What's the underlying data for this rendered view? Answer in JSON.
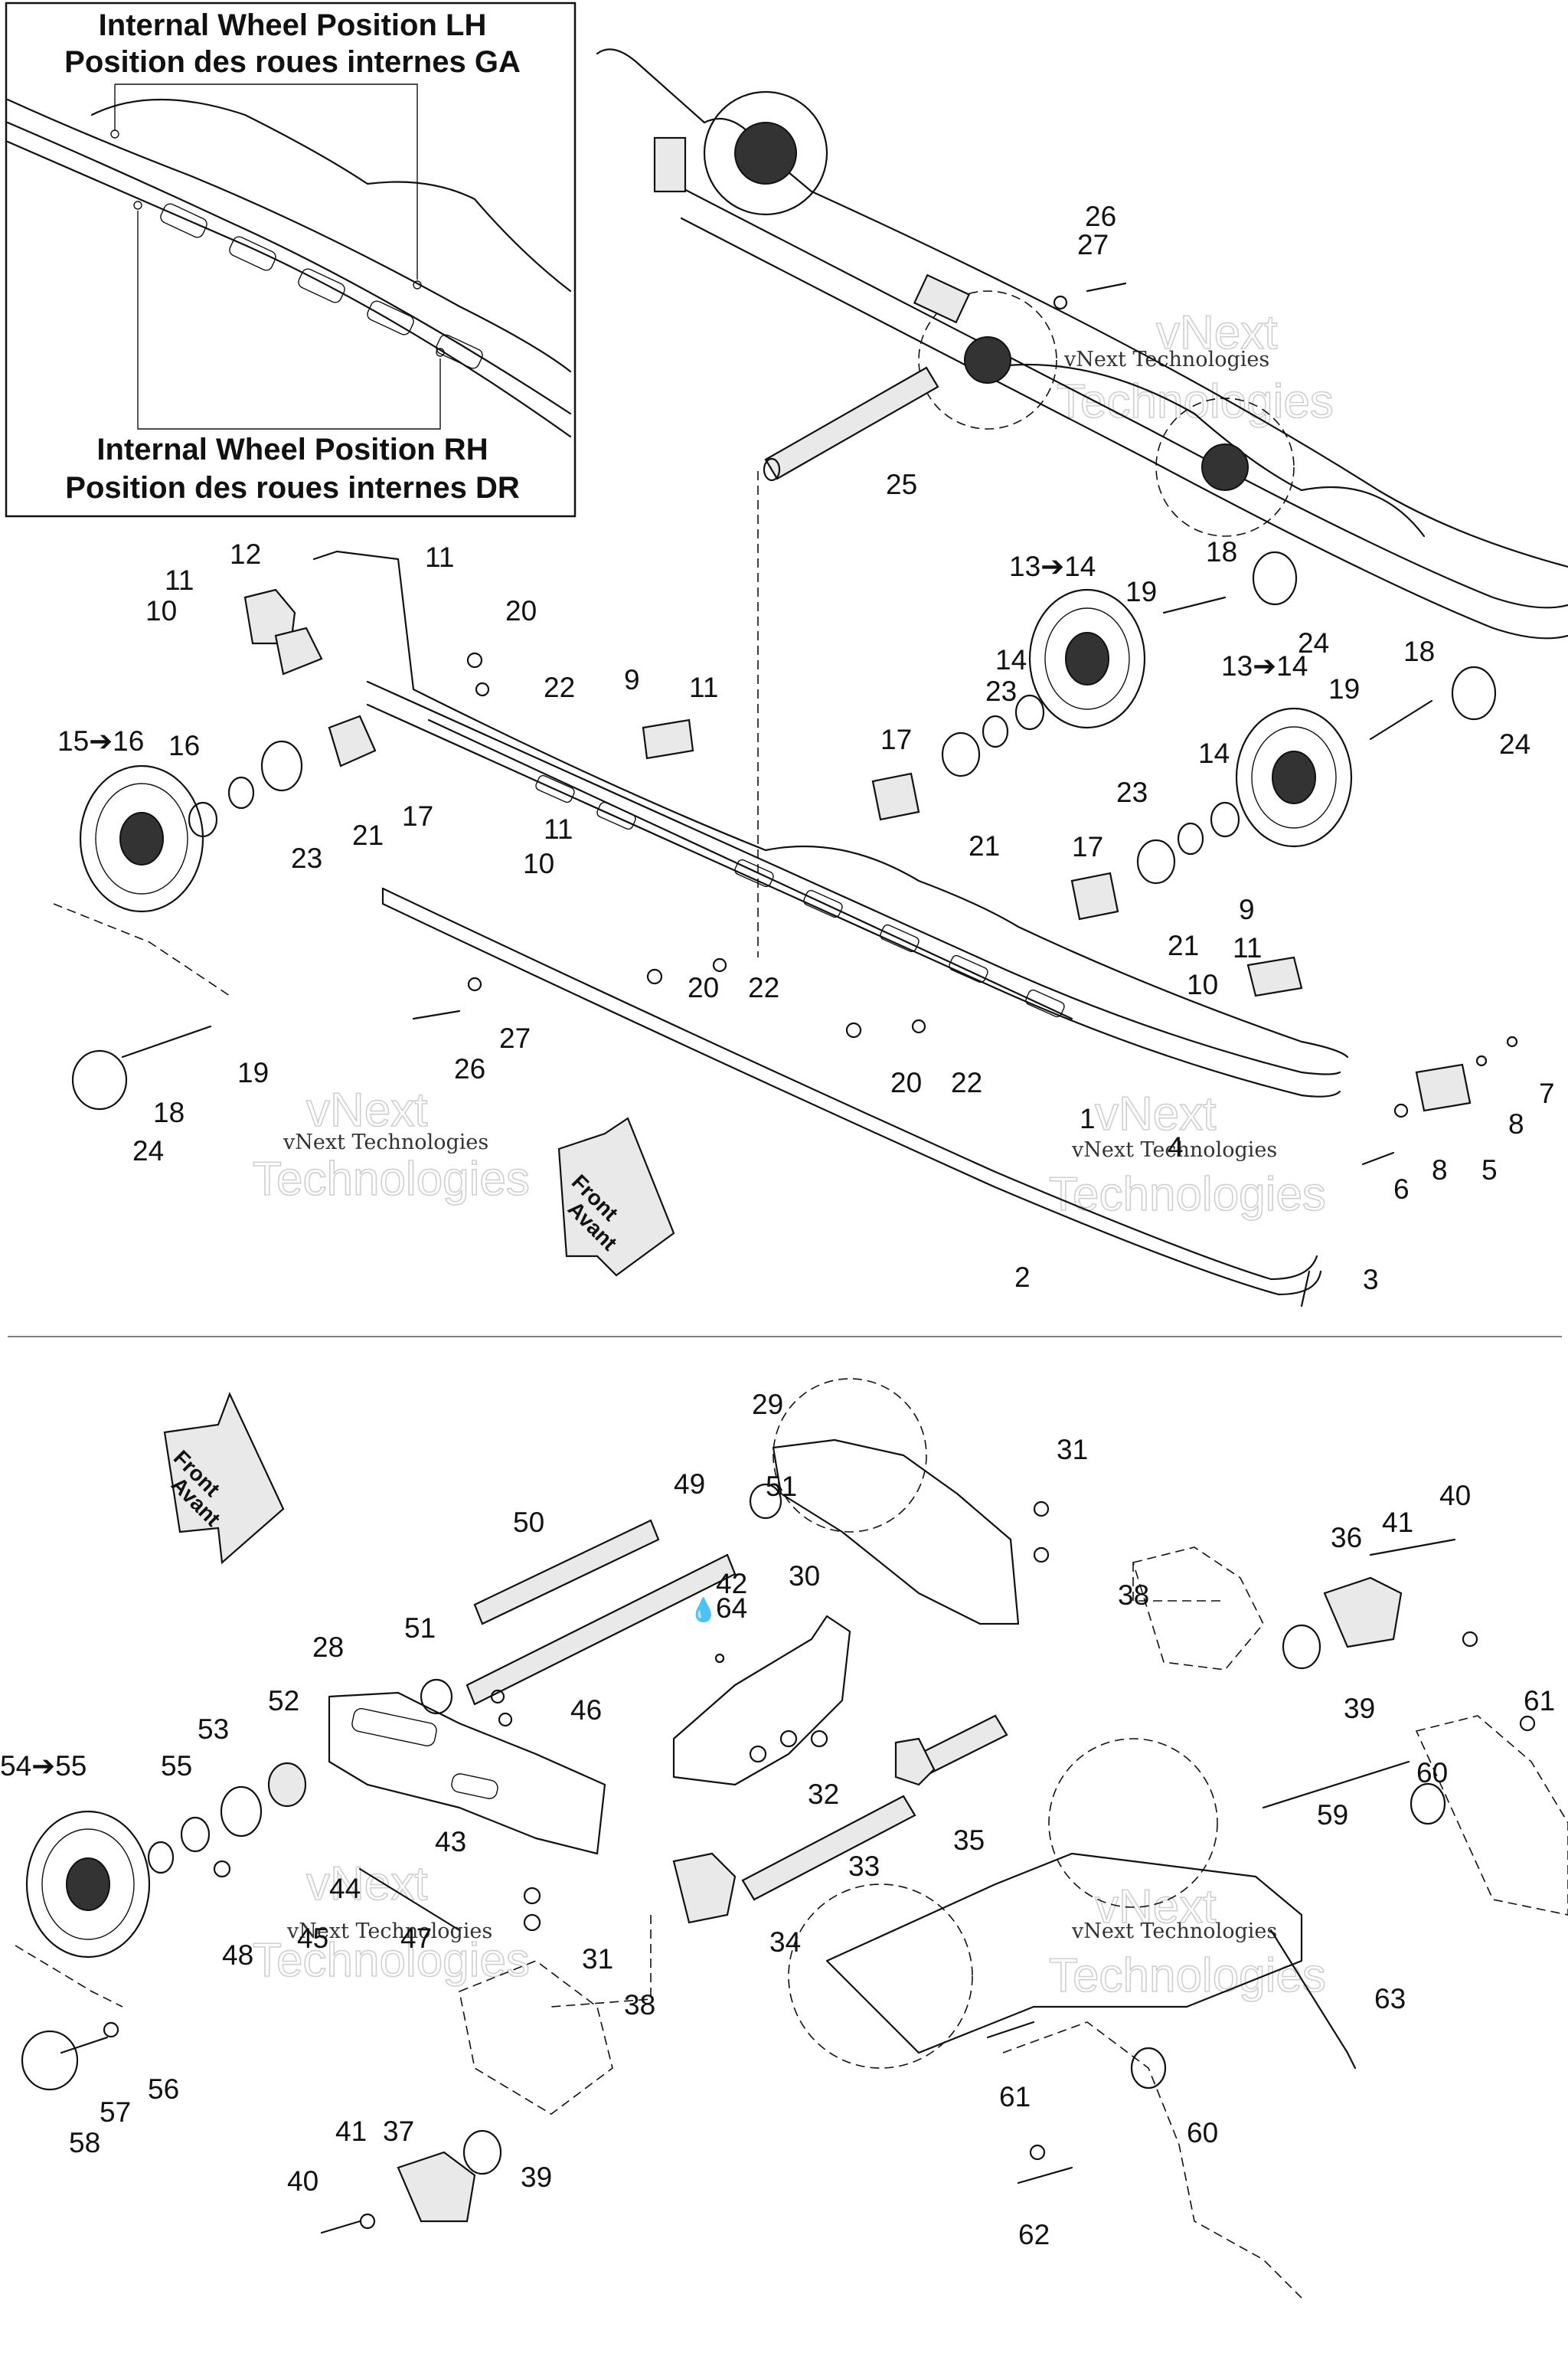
{
  "inset": {
    "title_lh_en": "Internal Wheel Position LH",
    "title_lh_fr": "Position des roues internes GA",
    "title_rh_en": "Internal Wheel Position RH",
    "title_rh_fr": "Position des roues internes DR"
  },
  "watermark": {
    "brand": "vNext",
    "line": "Technologies",
    "caption": "vNext Technologies"
  },
  "front_arrow": {
    "en": "Front",
    "fr": "Avant"
  },
  "glyphs": {
    "oil_drop": "💧"
  },
  "callouts_top": [
    "1",
    "2",
    "3",
    "4",
    "5",
    "6",
    "7",
    "8",
    "8",
    "9",
    "9",
    "10",
    "10",
    "10",
    "11",
    "11",
    "11",
    "11",
    "11",
    "12",
    "13➔14",
    "13➔14",
    "14",
    "14",
    "15➔16",
    "16",
    "17",
    "17",
    "17",
    "18",
    "18",
    "18",
    "19",
    "19",
    "19",
    "20",
    "20",
    "20",
    "21",
    "21",
    "21",
    "22",
    "22",
    "22",
    "23",
    "23",
    "23",
    "24",
    "24",
    "24",
    "25",
    "26",
    "26",
    "27",
    "27"
  ],
  "callouts_bottom": [
    "28",
    "29",
    "30",
    "31",
    "31",
    "32",
    "33",
    "34",
    "35",
    "36",
    "37",
    "38",
    "38",
    "39",
    "39",
    "40",
    "40",
    "41",
    "41",
    "42",
    "64",
    "43",
    "44",
    "45",
    "46",
    "47",
    "48",
    "49",
    "50",
    "51",
    "51",
    "52",
    "53",
    "54➔55",
    "55",
    "56",
    "57",
    "58",
    "59",
    "60",
    "60",
    "61",
    "61",
    "62",
    "63"
  ]
}
